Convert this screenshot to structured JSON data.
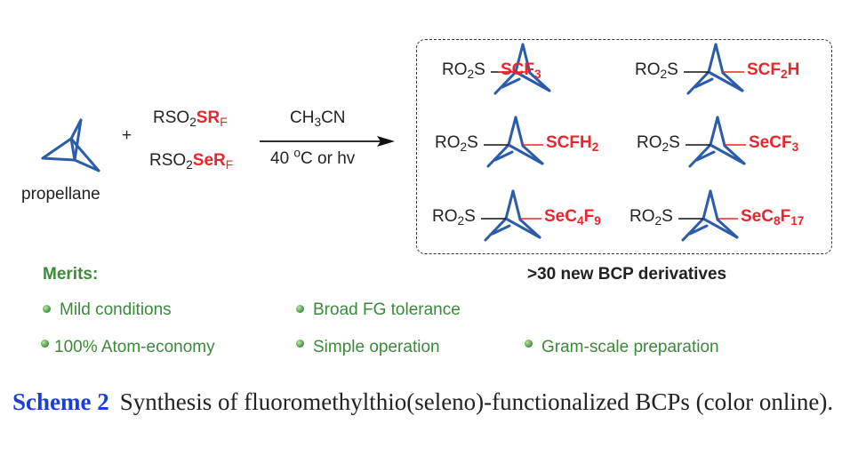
{
  "reactants": {
    "propellane_label": "propellane",
    "plus": "+",
    "reagent1": {
      "main": "RSO",
      "sub": "2",
      "red": "SR",
      "red_sub": "F"
    },
    "reagent2": {
      "main": "RSO",
      "sub": "2",
      "red": "SeR",
      "red_sub": "F"
    }
  },
  "conditions": {
    "solvent": {
      "main": "CH",
      "sub": "3",
      "tail": "CN"
    },
    "temp": {
      "pre": "40 ",
      "sup": "o",
      "post": "C or hv"
    }
  },
  "products": [
    {
      "left": "RO",
      "left_sub": "2",
      "left_tail": "S",
      "parts": [
        {
          "t": "SCF"
        },
        {
          "s": "3"
        }
      ]
    },
    {
      "left": "RO",
      "left_sub": "2",
      "left_tail": "S",
      "parts": [
        {
          "t": "SCF"
        },
        {
          "s": "2"
        },
        {
          "t": "H"
        }
      ]
    },
    {
      "left": "RO",
      "left_sub": "2",
      "left_tail": "S",
      "parts": [
        {
          "t": "SCFH"
        },
        {
          "s": "2"
        }
      ]
    },
    {
      "left": "RO",
      "left_sub": "2",
      "left_tail": "S",
      "parts": [
        {
          "t": "SeCF"
        },
        {
          "s": "3"
        }
      ]
    },
    {
      "left": "RO",
      "left_sub": "2",
      "left_tail": "S",
      "parts": [
        {
          "t": "SeC"
        },
        {
          "s": "4"
        },
        {
          "t": "F"
        },
        {
          "s": "9"
        }
      ]
    },
    {
      "left": "RO",
      "left_sub": "2",
      "left_tail": "S",
      "parts": [
        {
          "t": "SeC"
        },
        {
          "s": "8"
        },
        {
          "t": "F"
        },
        {
          "s": "17"
        }
      ]
    }
  ],
  "products_caption": ">30 new BCP derivatives",
  "merits": {
    "title": "Merits:",
    "items": [
      "Mild conditions",
      "Broad FG tolerance",
      "100% Atom-economy",
      "Simple operation",
      "Gram-scale preparation"
    ]
  },
  "caption": {
    "lead": "Scheme 2",
    "text": "Synthesis of fluoromethylthio(seleno)-functionalized BCPs (color online)."
  },
  "colors": {
    "bcp": "#2a5caa",
    "red": "#e8262b",
    "green": "#3a8a3a",
    "caption_blue": "#1a3fd8"
  }
}
